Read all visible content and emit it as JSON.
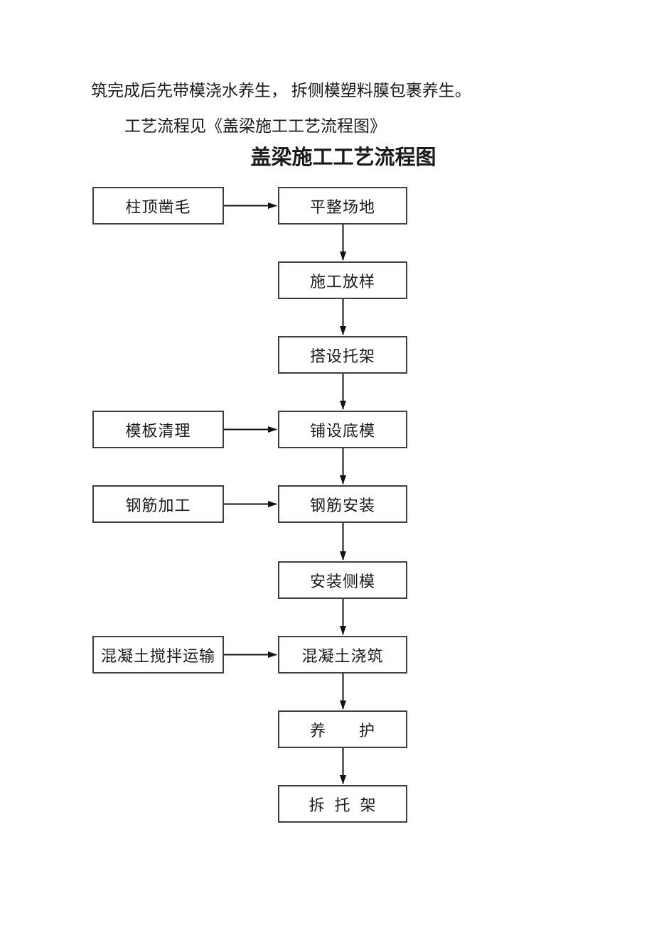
{
  "document": {
    "paragraph_line1": "筑完成后先带模浇水养生， 拆侧模塑料膜包裹养生。",
    "paragraph_line2": "工艺流程见《盖梁施工工艺流程图》",
    "chart_title": "盖梁施工工艺流程图"
  },
  "flowchart": {
    "main_steps": [
      {
        "label": "平整场地"
      },
      {
        "label": "施工放样"
      },
      {
        "label": "搭设托架"
      },
      {
        "label": "铺设底模"
      },
      {
        "label": "钢筋安装"
      },
      {
        "label": "安装侧模"
      },
      {
        "label": "混凝土浇筑"
      },
      {
        "label": "养　　护"
      },
      {
        "label": "拆  托  架"
      }
    ],
    "side_steps": [
      {
        "label": "柱顶凿毛",
        "feeds_into": "平整场地"
      },
      {
        "label": "模板清理",
        "feeds_into": "铺设底模"
      },
      {
        "label": "钢筋加工",
        "feeds_into": "钢筋安装"
      },
      {
        "label": "混凝土搅拌运输",
        "feeds_into": "混凝土浇筑"
      }
    ],
    "colors": {
      "box_border": "#3f3f3f",
      "text": "#1a1a1a",
      "arrow": "#111111",
      "background": "#ffffff"
    }
  }
}
